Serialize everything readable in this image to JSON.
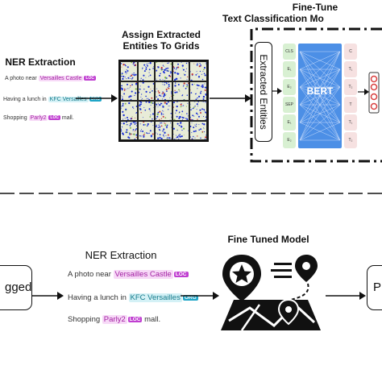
{
  "top": {
    "ner_title": "NER Extraction",
    "sentences": [
      {
        "prefix": "A photo near",
        "entity": "Versailles Castle",
        "tag": "LOC",
        "suffix": ""
      },
      {
        "prefix": "Having a lunch in",
        "entity": "KFC Versailles",
        "tag": "ORG",
        "suffix": ""
      },
      {
        "prefix": "Shopping",
        "entity": "Parly2",
        "tag": "LOC",
        "suffix": "mall."
      }
    ],
    "grids_title_l1": "Assign Extracted",
    "grids_title_l2": "Entities To Grids",
    "finetune_title_l1": "Fine-Tune",
    "finetune_title_l2": "Text Classification Mo",
    "extracted_entities": "Extracted Entities",
    "bert_label": "BERT",
    "input_tokens": [
      "CLS",
      "E₁",
      "E₂",
      "SEP",
      "E₁",
      "E₂"
    ],
    "output_tokens": [
      "C",
      "T₁",
      "T₂",
      "T",
      "T₁",
      "T₂"
    ]
  },
  "bottom": {
    "left_partial": "gged",
    "ner_title": "NER Extraction",
    "sentences": [
      {
        "prefix": "A photo near",
        "entity": "Versailles Castle",
        "tag": "LOC",
        "suffix": ""
      },
      {
        "prefix": "Having a lunch in",
        "entity": "KFC Versailles",
        "tag": "ORG",
        "suffix": ""
      },
      {
        "prefix": "Shopping",
        "entity": "Parly2",
        "tag": "LOC",
        "suffix": "mall."
      }
    ],
    "model_title": "Fine Tuned Model",
    "right_partial": "P"
  },
  "colors": {
    "loc": "#c03fd1",
    "org": "#1ea5c7",
    "bert": "#4c8fe6",
    "accent_red": "#d94040"
  }
}
